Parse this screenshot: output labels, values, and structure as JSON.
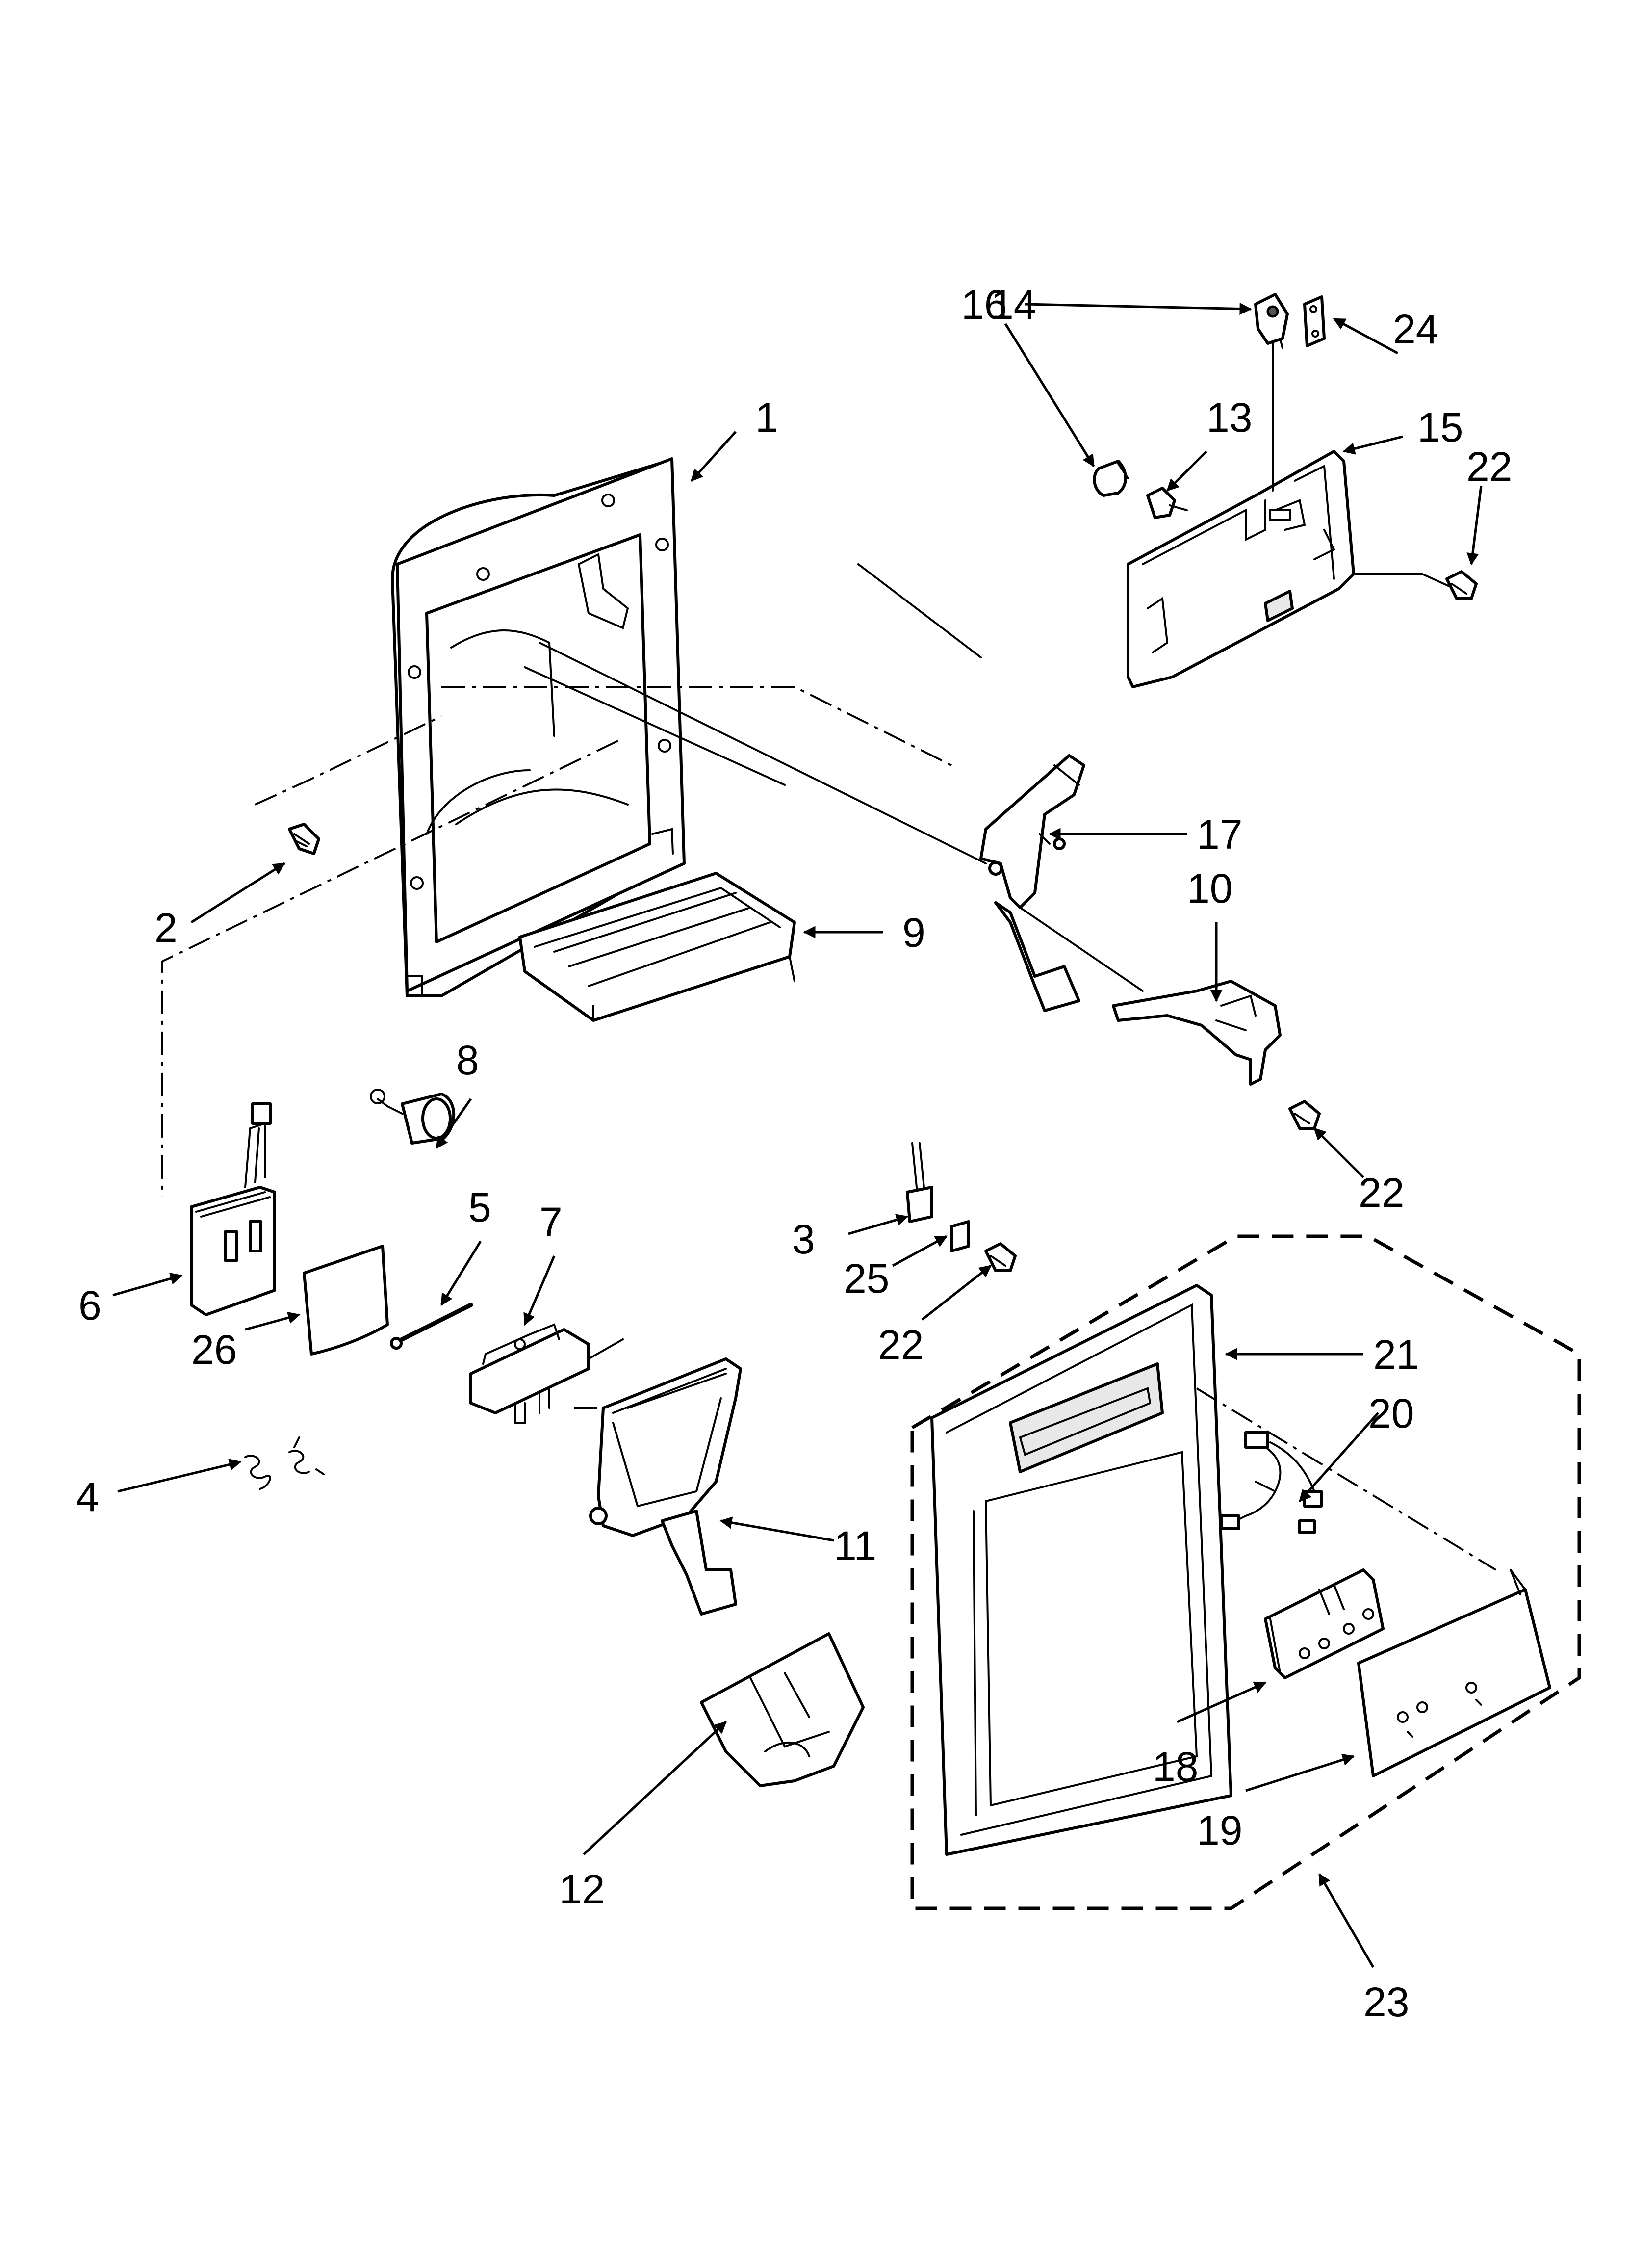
{
  "callouts": {
    "c1": "1",
    "c2": "2",
    "c3": "3",
    "c4": "4",
    "c5": "5",
    "c6": "6",
    "c7": "7",
    "c8": "8",
    "c9": "9",
    "c10": "10",
    "c11": "11",
    "c12": "12",
    "c13": "13",
    "c14": "14",
    "c15": "15",
    "c16": "16",
    "c17": "17",
    "c18": "18",
    "c19": "19",
    "c20": "20",
    "c21": "21",
    "c22a": "22",
    "c22b": "22",
    "c22c": "22",
    "c23": "23",
    "c24": "24",
    "c25": "25",
    "c26": "26"
  },
  "colors": {
    "line": "#000000",
    "background": "#ffffff"
  }
}
